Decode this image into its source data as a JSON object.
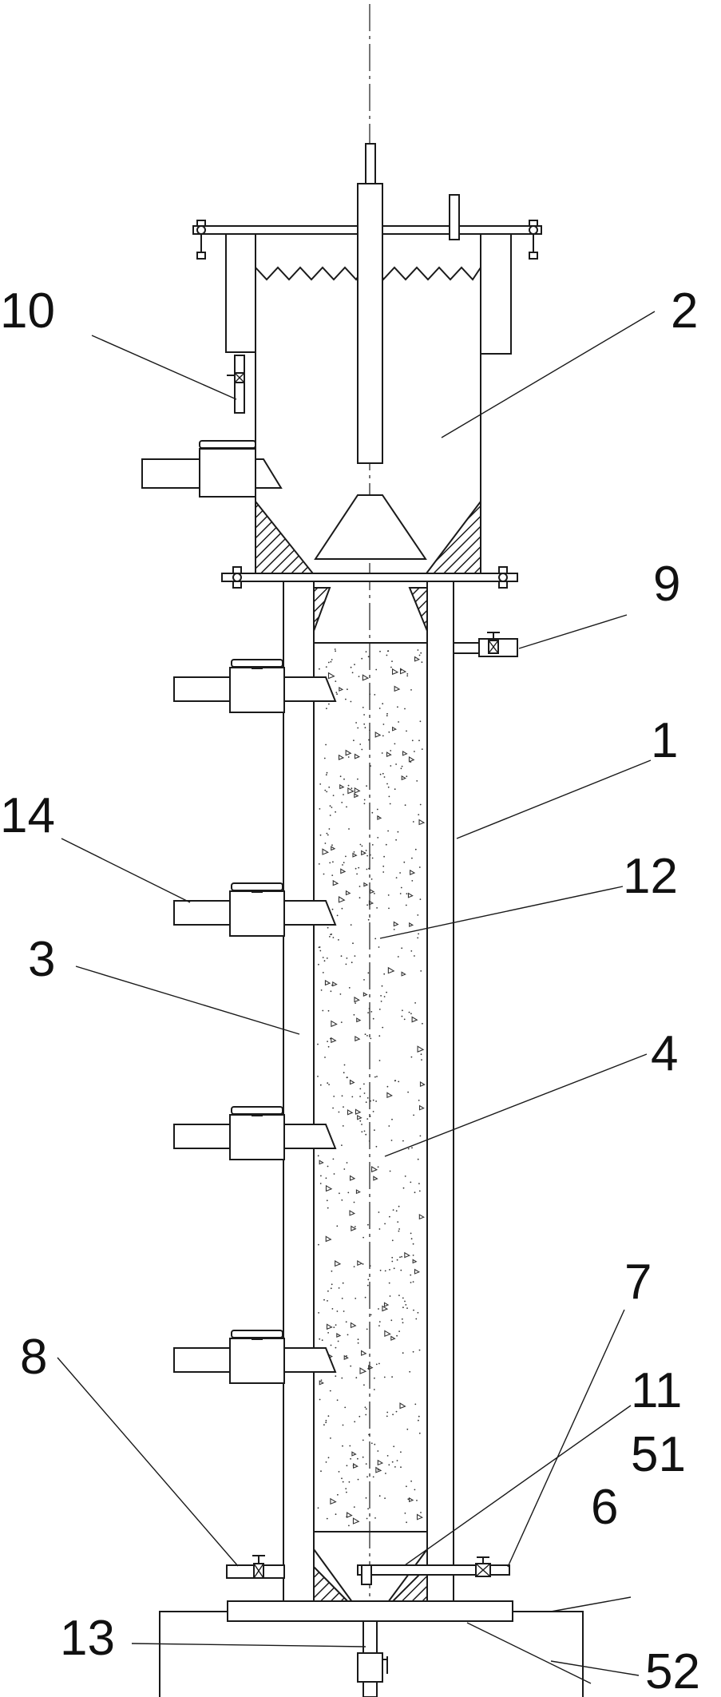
{
  "labels": [
    {
      "id": "label-1",
      "text": "1"
    },
    {
      "id": "label-2",
      "text": "2"
    },
    {
      "id": "label-3",
      "text": "3"
    },
    {
      "id": "label-4",
      "text": "4"
    },
    {
      "id": "label-6",
      "text": "6"
    },
    {
      "id": "label-7",
      "text": "7"
    },
    {
      "id": "label-8",
      "text": "8"
    },
    {
      "id": "label-9",
      "text": "9"
    },
    {
      "id": "label-10",
      "text": "10"
    },
    {
      "id": "label-11",
      "text": "11"
    },
    {
      "id": "label-12",
      "text": "12"
    },
    {
      "id": "label-13",
      "text": "13"
    },
    {
      "id": "label-14",
      "text": "14"
    },
    {
      "id": "label-51",
      "text": "51"
    },
    {
      "id": "label-52",
      "text": "52"
    }
  ]
}
